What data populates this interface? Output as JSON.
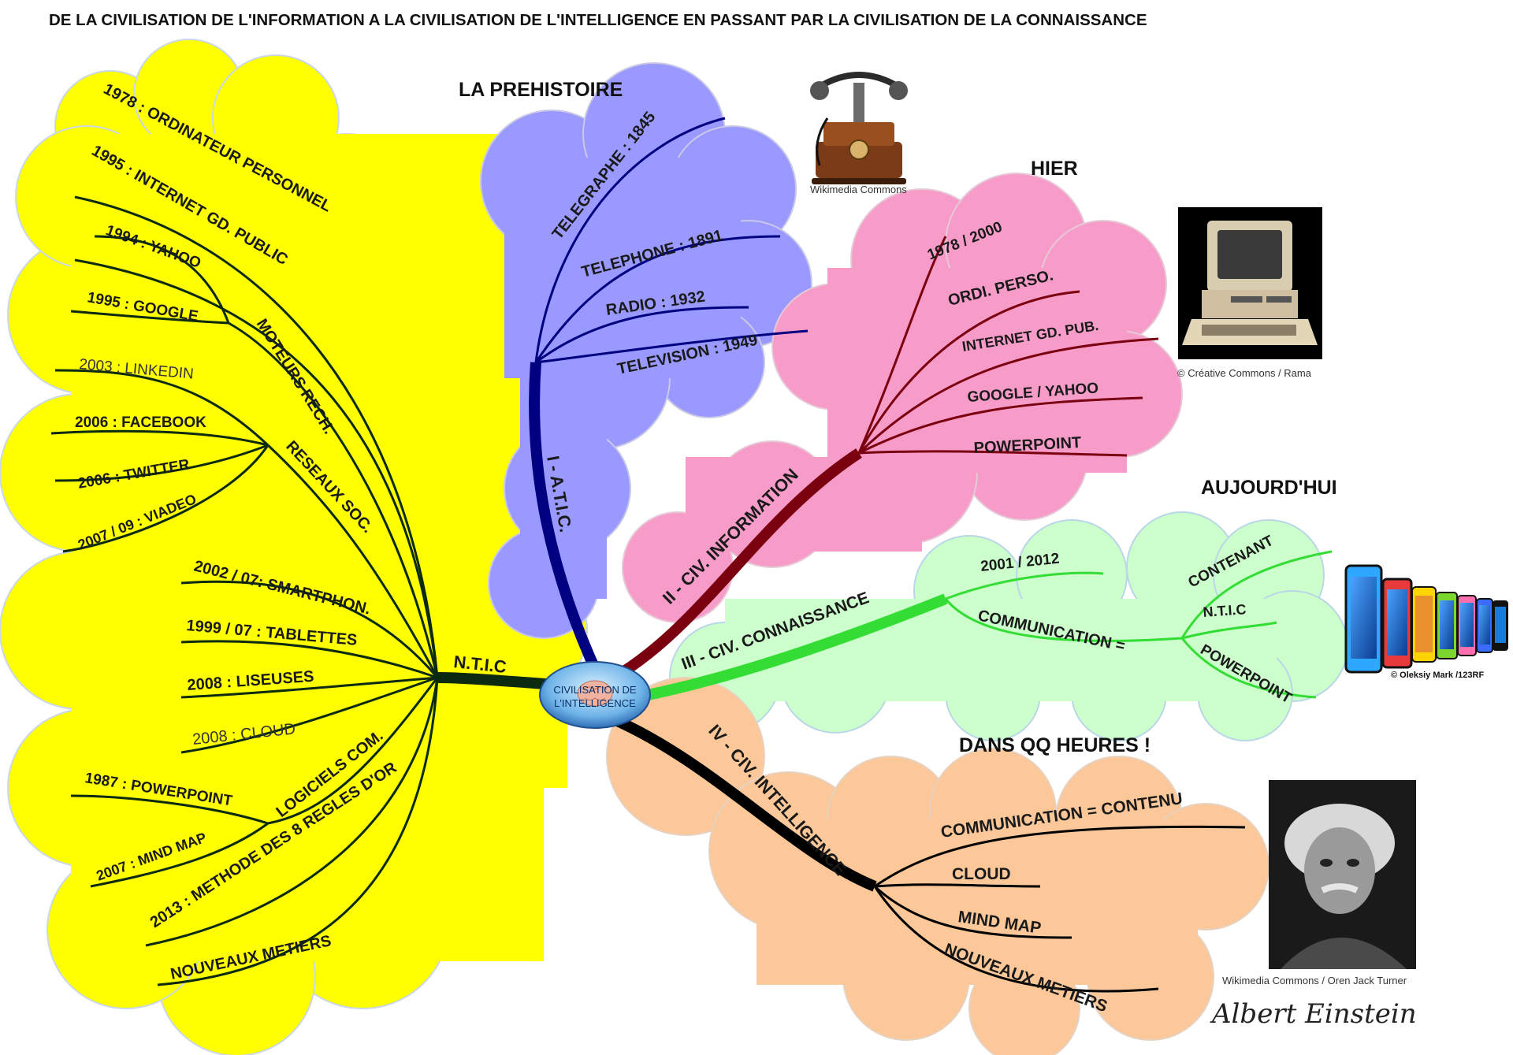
{
  "title": "DE LA CIVILISATION DE L'INFORMATION A LA CIVILISATION DE L'INTELLIGENCE EN PASSANT PAR LA CIVILISATION DE LA CONNAISSANCE",
  "center": {
    "line1": "CIVILISATION DE",
    "line2": "L'INTELLIGENCE"
  },
  "eras": {
    "prehistoire": "LA PREHISTOIRE",
    "hier": "HIER",
    "aujourdhui": "AUJOURD'HUI",
    "dans_qq_heures": "DANS QQ HEURES !"
  },
  "branches": {
    "ntic": {
      "label": "N.T.I.C",
      "color": "#0b2a10",
      "cloud": "#ffff00",
      "items": {
        "ordinateur": "1978 : ORDINATEUR PERSONNEL",
        "internet": "1995 : INTERNET GD. PUBLIC",
        "moteurs": "MOTEURS RECH.",
        "yahoo": "1994 : YAHOO",
        "google": "1995 : GOOGLE",
        "reseaux": "RESEAUX SOC.",
        "linkedin": "2003 : LINKEDIN",
        "facebook": "2006 : FACEBOOK",
        "twitter": "2006 : TWITTER",
        "viadeo": "2007 / 09 : VIADEO",
        "smartphon": "2002 / 07: SMARTPHON.",
        "tablettes": "1999 / 07 : TABLETTES",
        "liseuses": "2008 : LISEUSES",
        "cloud": "2008 : CLOUD",
        "logiciels": "LOGICIELS COM.",
        "powerpoint": "1987 : POWERPOINT",
        "mindmap": "2007 : MIND MAP",
        "methode": "2013 : METHODE DES 8 REGLES D'OR",
        "metiers": "NOUVEAUX METIERS"
      }
    },
    "atic": {
      "label": "I - A.T.I.C.",
      "color": "#000080",
      "cloud": "#9999ff",
      "items": {
        "telegraphe": "TELEGRAPHE : 1845",
        "telephone": "TELEPHONE : 1891",
        "radio": "RADIO : 1932",
        "television": "TELEVISION : 1949"
      }
    },
    "information": {
      "label": "II - CIV. INFORMATION",
      "color": "#7a0010",
      "cloud": "#f79cc8",
      "items": {
        "period": "1978 / 2000",
        "ordi": "ORDI. PERSO.",
        "internet": "INTERNET GD. PUB.",
        "google": "GOOGLE / YAHOO",
        "powerpoint": "POWERPOINT"
      }
    },
    "connaissance": {
      "label": "III - CIV. CONNAISSANCE",
      "color": "#33dd33",
      "cloud": "#ccffcc",
      "items": {
        "period": "2001 / 2012",
        "communication": "COMMUNICATION =",
        "contenant": "CONTENANT",
        "ntic": "N.T.I.C",
        "powerpoint": "POWERPOINT"
      }
    },
    "intelligence": {
      "label": "IV - CIV. INTELLIGENCE",
      "color": "#000000",
      "cloud": "#fcc899",
      "items": {
        "communication": "COMMUNICATION = CONTENU",
        "cloud": "CLOUD",
        "mindmap": "MIND MAP",
        "metiers": "NOUVEAUX METIERS"
      }
    }
  },
  "credits": {
    "telephone": "Wikimedia Commons",
    "computer": "© Créative Commons / Rama",
    "phones": "© Oleksiy Mark /123RF",
    "einstein": "Wikimedia Commons / Oren Jack Turner"
  },
  "signature": "Albert Einstein"
}
